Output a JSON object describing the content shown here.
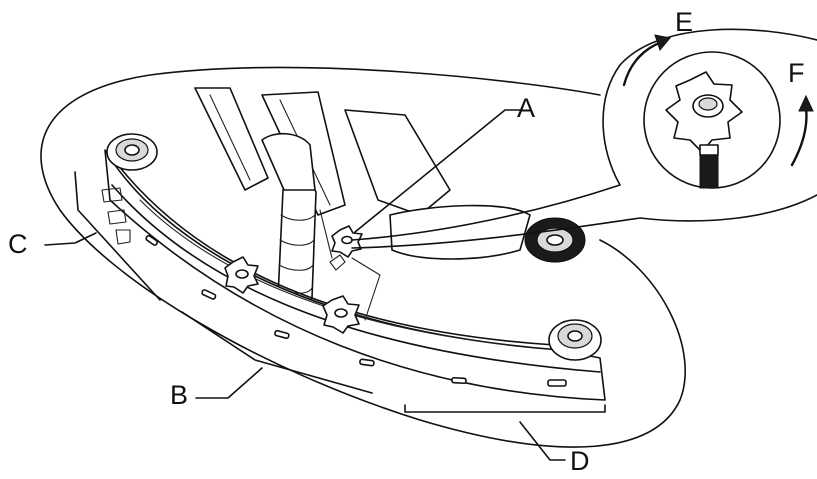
{
  "labels": {
    "A": "A",
    "B": "B",
    "C": "C",
    "D": "D",
    "E": "E",
    "F": "F"
  },
  "icons": {
    "rotate_E": "arrow-rotate-counterclockwise-icon",
    "rotate_F": "arrow-rotate-clockwise-icon"
  }
}
